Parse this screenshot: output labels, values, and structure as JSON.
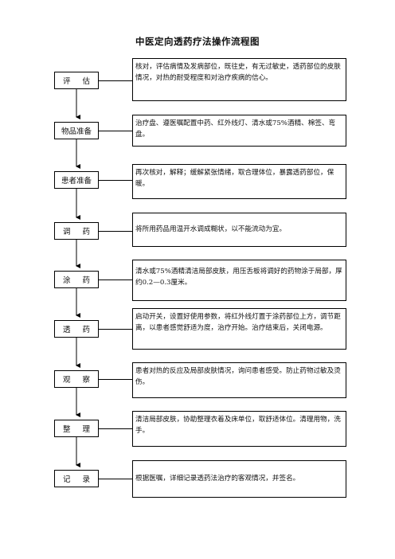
{
  "title": "中医定向透药疗法操作流程图",
  "steps": [
    {
      "label": "评 估",
      "desc": "核对，评估病情及发病部位，既往史，有无过敏史，透药部位的皮肤情况，对热的耐受程度和对治疗疾病的信心。"
    },
    {
      "label": "物品准备",
      "desc": "治疗盘、遵医嘱配置中药、红外线灯、清水或75%酒精、棉签、弯盘。"
    },
    {
      "label": "患者准备",
      "desc": "再次核对，解释；缓解紧张情绪，取合理体位，暴露透药部位，保暖。"
    },
    {
      "label": "调 药",
      "desc": "将所用药品用温开水调成糊状，以不能流动为宜。"
    },
    {
      "label": "涂 药",
      "desc": "清水或75%酒精清洁局部皮肤，用压舌板将调好的药物涂于局部，厚约0.2—0.3厘米。"
    },
    {
      "label": "透 药",
      "desc": "启动开关，设置好使用参数，将红外线灯置于涂药部位上方，调节距离，以患者感觉舒适为度，治疗开始。治疗结束后，关闭电源。"
    },
    {
      "label": "观 察",
      "desc": "患者对热的反应及局部皮肤情况，询问患者感受。防止药物过敏及烫伤。"
    },
    {
      "label": "整 理",
      "desc": "清洁局部皮肤，协助整理衣着及床单位，取舒适体位。清理用物，洗手。"
    },
    {
      "label": "记 录",
      "desc": "根据医嘱，详细记录透药法治疗的客观情况，并签名。"
    }
  ]
}
